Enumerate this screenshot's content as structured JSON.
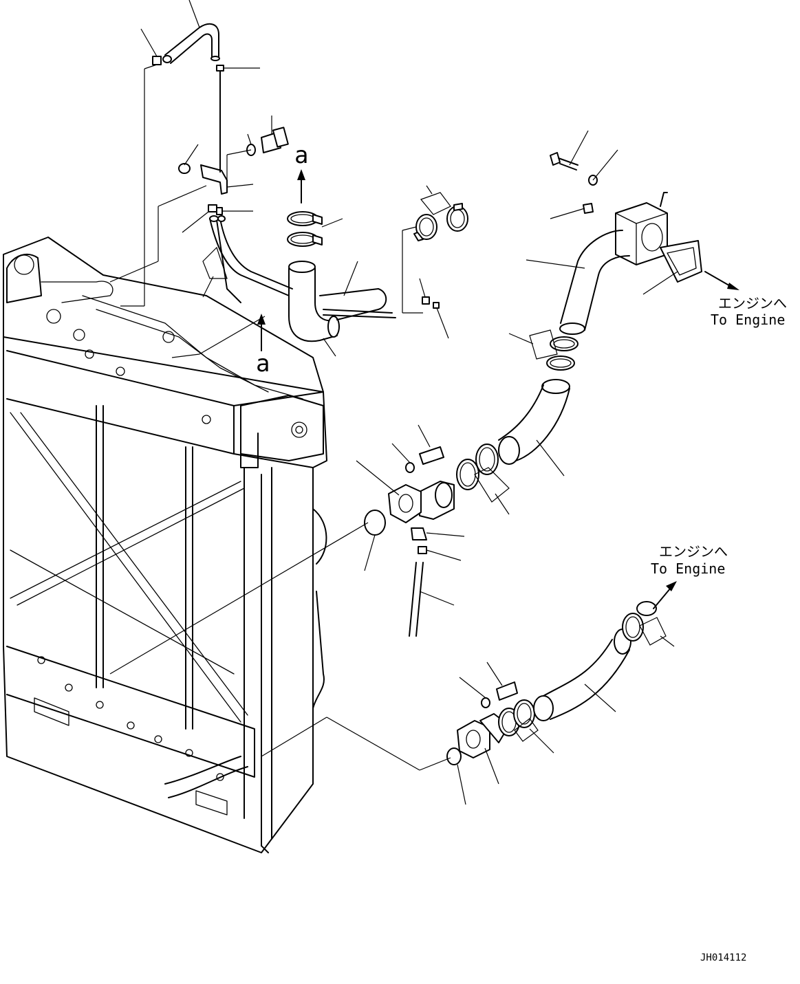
{
  "labels": {
    "view_ref_top": "a",
    "view_ref_mid": "a",
    "to_engine_1_jp": "エンジンへ",
    "to_engine_1_en": "To Engine",
    "to_engine_2_jp": "エンジンへ",
    "to_engine_2_en": "To Engine",
    "drawing_number": "JH014112"
  }
}
